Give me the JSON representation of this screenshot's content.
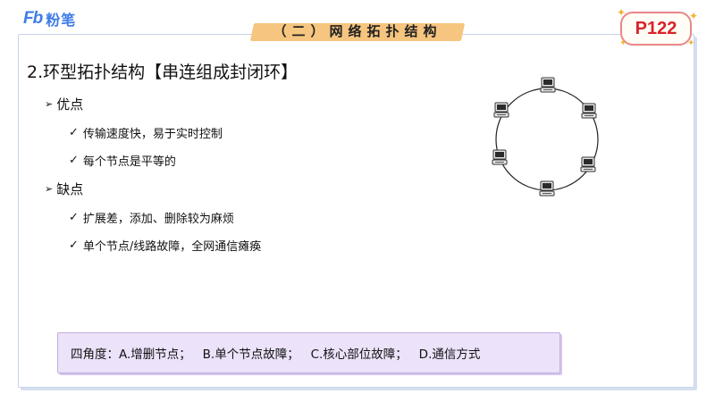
{
  "brand": {
    "mark": "Fb",
    "name": "粉笔"
  },
  "section_title": "（二）网络拓扑结构",
  "page_badge": "P122",
  "heading": "2.环型拓扑结构【串连组成封闭环】",
  "pros": {
    "label": "优点",
    "items": [
      "传输速度快，易于实时控制",
      "每个节点是平等的"
    ]
  },
  "cons": {
    "label": "缺点",
    "items": [
      "扩展差，添加、删除较为麻烦",
      "单个节点/线路故障，全网通信瘫痪"
    ]
  },
  "diagram": {
    "type": "ring-topology",
    "node_icon": "computer-icon",
    "node_count": 6
  },
  "bottom_note": "四角度：A.增删节点；   B.单个节点故障；   C.核心部位故障；   D.通信方式",
  "colors": {
    "brand_blue": "#3f7ce8",
    "title_highlight": "#f6c57f",
    "badge_red": "#d9222a",
    "note_bg": "#ece2fa",
    "frame_border": "#c9d4ea"
  }
}
